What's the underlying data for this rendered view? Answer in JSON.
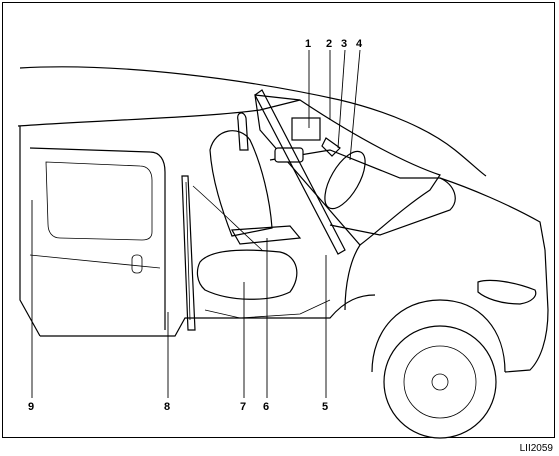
{
  "diagram": {
    "callouts": [
      {
        "id": "1",
        "label": "1"
      },
      {
        "id": "2",
        "label": "2"
      },
      {
        "id": "3",
        "label": "3"
      },
      {
        "id": "4",
        "label": "4"
      },
      {
        "id": "5",
        "label": "5"
      },
      {
        "id": "6",
        "label": "6"
      },
      {
        "id": "7",
        "label": "7"
      },
      {
        "id": "8",
        "label": "8"
      },
      {
        "id": "9",
        "label": "9"
      }
    ],
    "figure_code": "LII2059"
  }
}
